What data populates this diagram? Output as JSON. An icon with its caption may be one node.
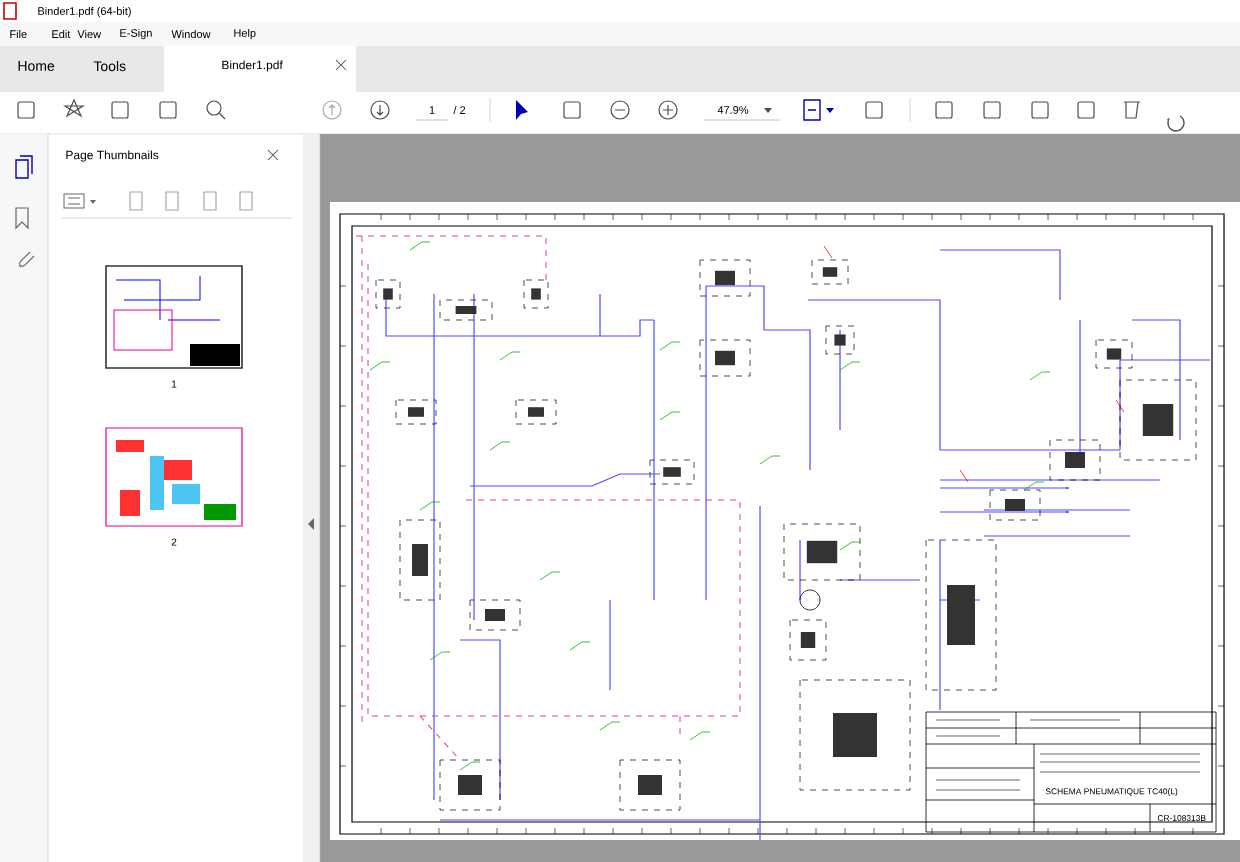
{
  "diagram": {
    "labels": [
      "Binder1.pdf (64-bit)",
      "File",
      "Edit",
      "View",
      "E-Sign",
      "Window",
      "Help",
      "Home",
      "Tools",
      "Binder1.pdf",
      "1",
      "/ 2",
      "47.9%",
      "Page Thumbnails",
      "1",
      "2",
      "SCHEMA PNEUMATIQUE TC40(L)",
      "CR-108313B"
    ]
  }
}
